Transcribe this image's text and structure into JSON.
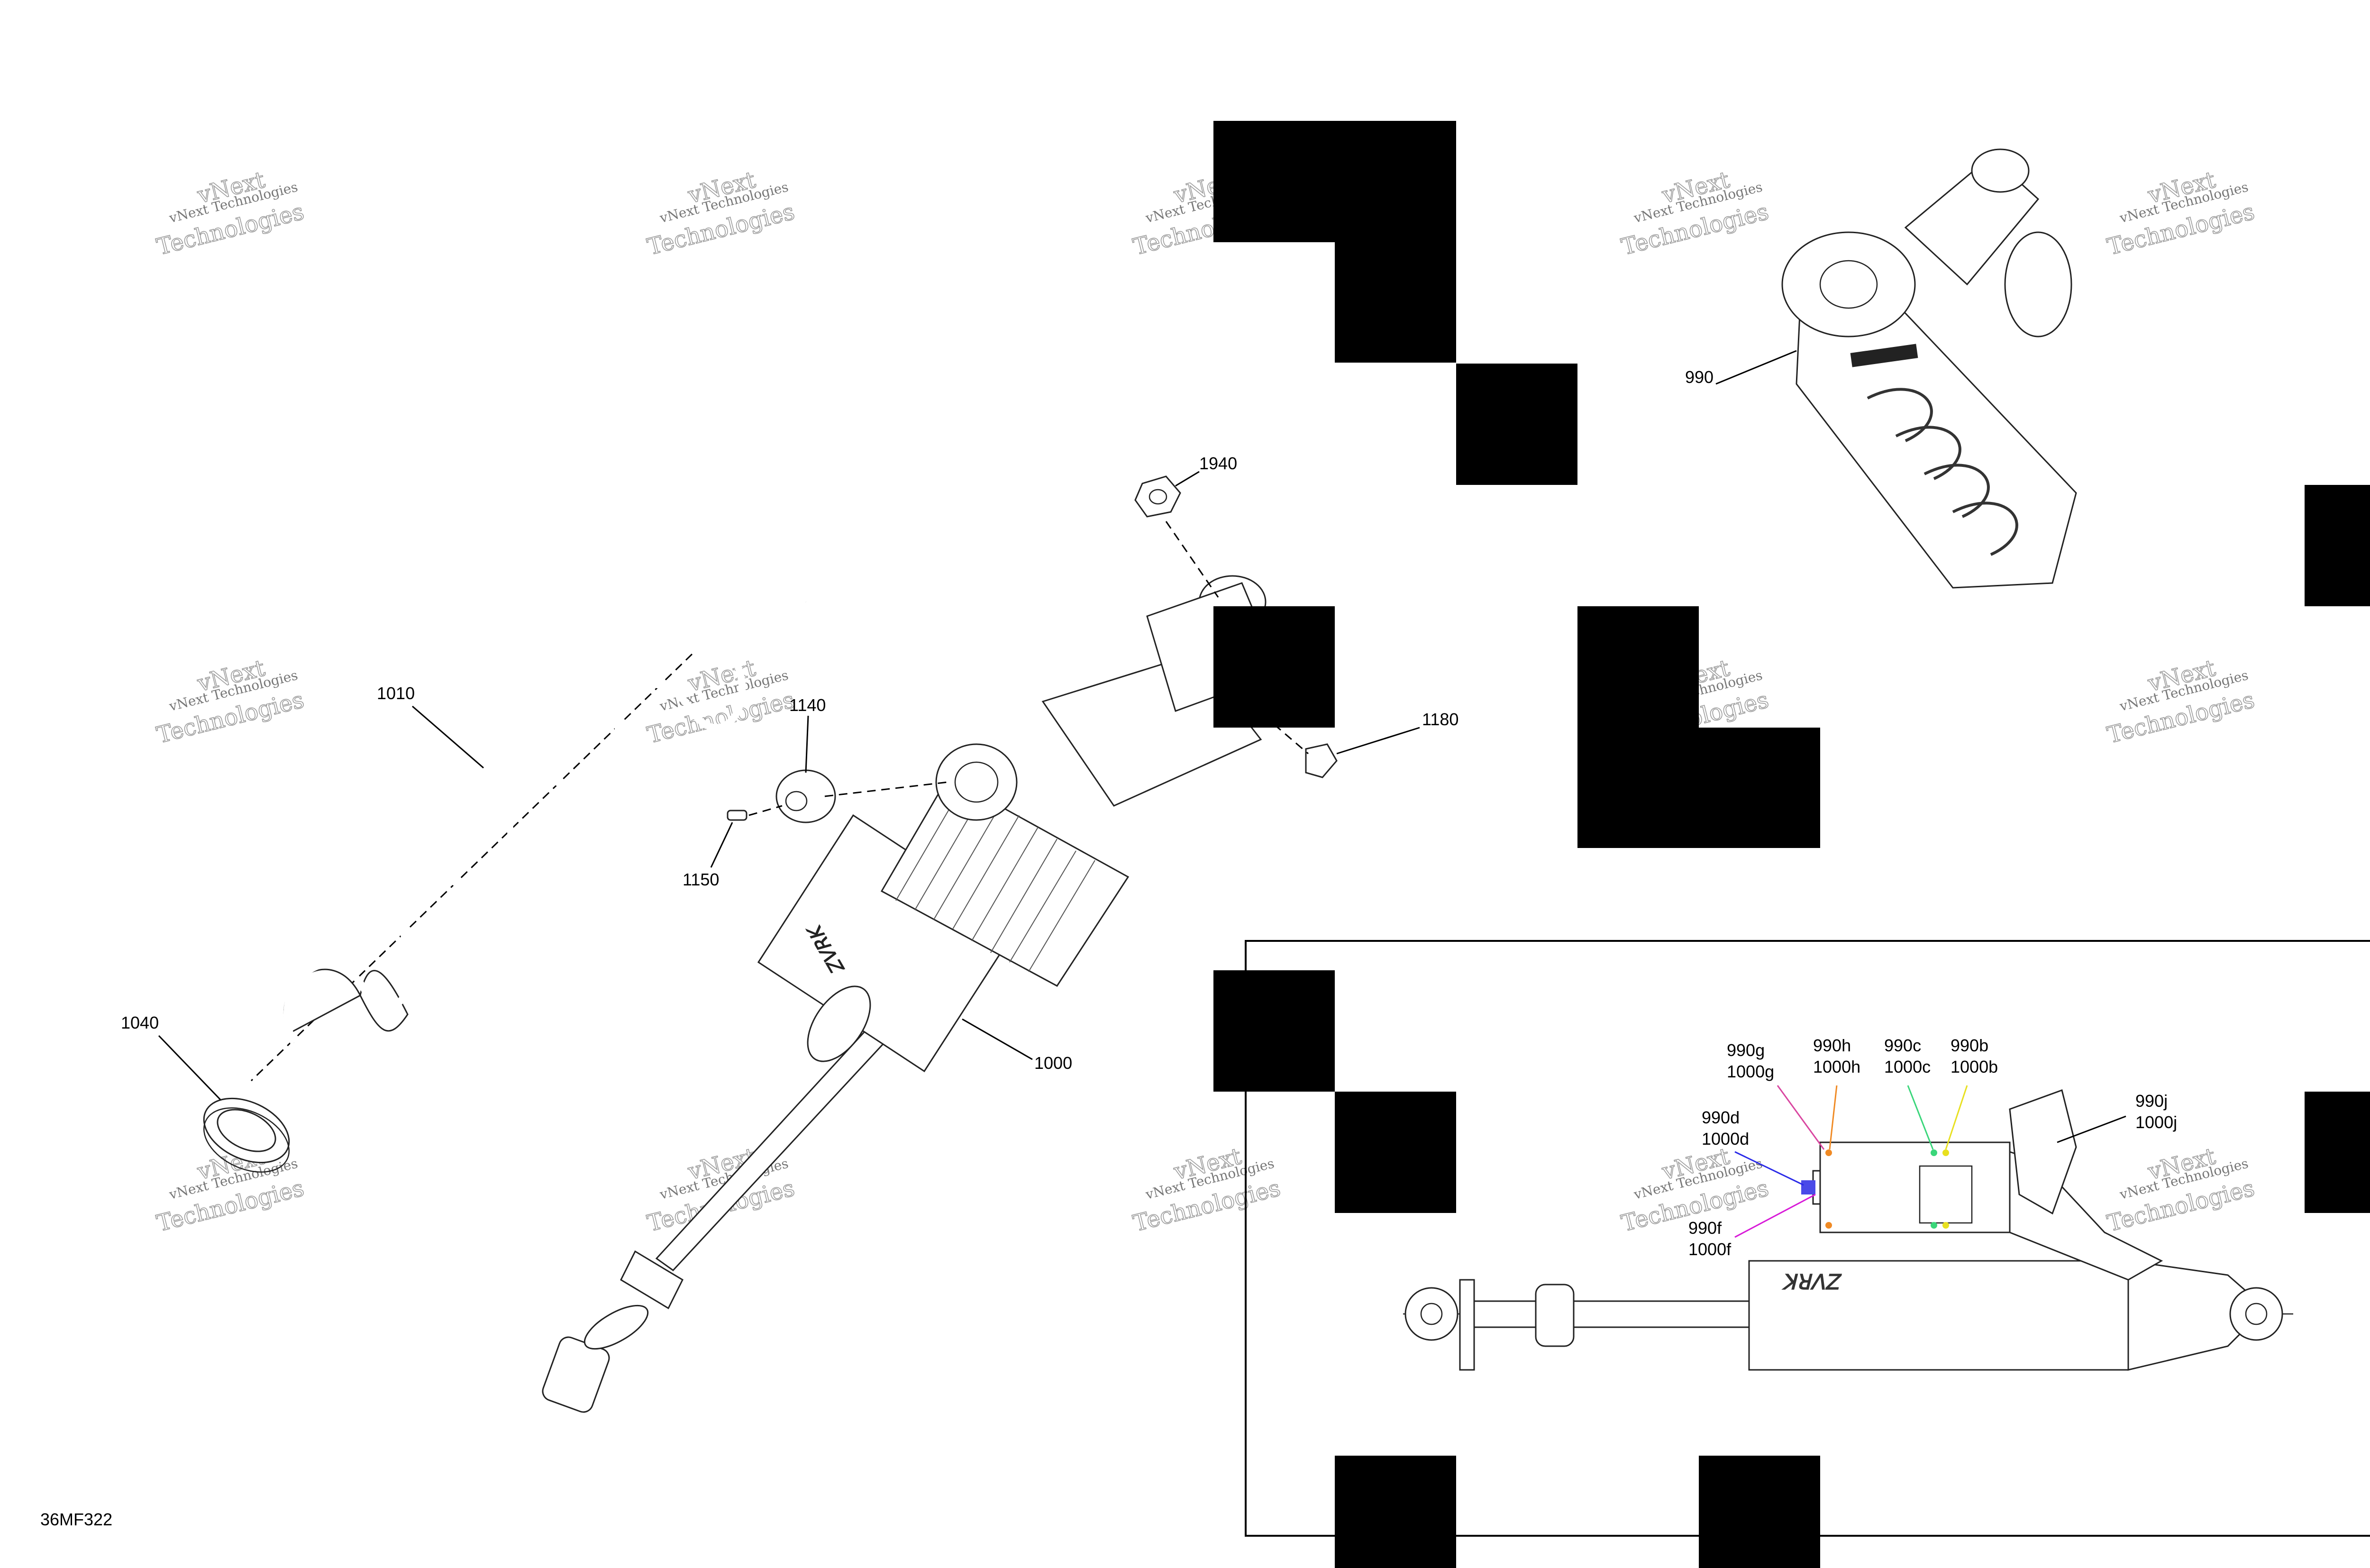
{
  "figure_code": "36MF322",
  "watermark": {
    "line1": "vNext Technologies",
    "line2": "vNext",
    "line3": "Technologies"
  },
  "callouts": {
    "p990": "990",
    "p1940": "1940",
    "p1010": "1010",
    "p1140": "1140",
    "p1180": "1180",
    "p1150": "1150",
    "p1040": "1040",
    "p1000": "1000"
  },
  "inset": {
    "labels": {
      "g1": "990g",
      "g2": "1000g",
      "h1": "990h",
      "h2": "1000h",
      "c1": "990c",
      "c2": "1000c",
      "b1": "990b",
      "b2": "1000b",
      "d1": "990d",
      "d2": "1000d",
      "f1": "990f",
      "f2": "1000f",
      "j1": "990j",
      "j2": "1000j"
    },
    "leader_colors": {
      "g": "#d946a0",
      "h": "#f08a24",
      "c": "#3ad67a",
      "b": "#e8e020",
      "d": "#2a2ae8",
      "f": "#d81ad8",
      "j": "#000000"
    }
  }
}
